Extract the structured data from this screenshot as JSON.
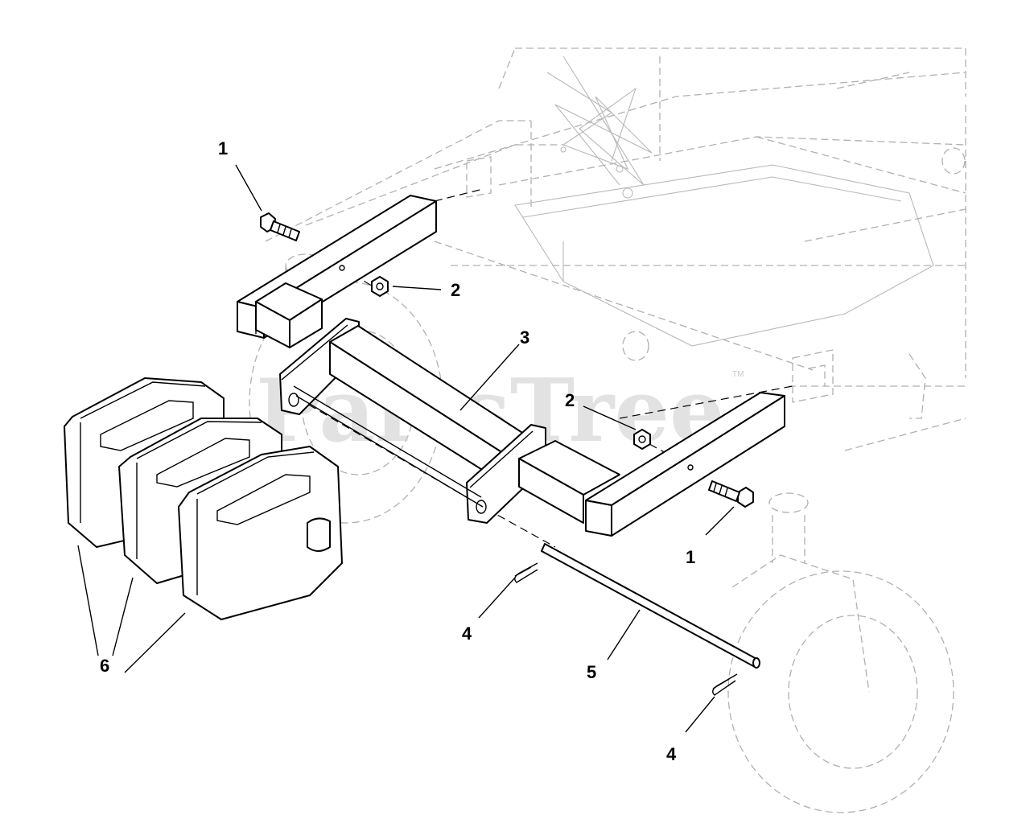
{
  "watermark": {
    "text": "PartsTree",
    "trademark": "TM"
  },
  "callouts": [
    {
      "id": "bolt-upper-left",
      "label": "1"
    },
    {
      "id": "bolt-lower-right",
      "label": "1"
    },
    {
      "id": "nut-upper",
      "label": "2"
    },
    {
      "id": "nut-lower",
      "label": "2"
    },
    {
      "id": "weight-bracket",
      "label": "3"
    },
    {
      "id": "hairpin-upper",
      "label": "4"
    },
    {
      "id": "hairpin-lower",
      "label": "4"
    },
    {
      "id": "weight-rod",
      "label": "5"
    },
    {
      "id": "suitcase-weights",
      "label": "6"
    }
  ],
  "colors": {
    "lines": "#000000",
    "ghost": "#b0b0b0",
    "watermark": "#d0d0d0",
    "background": "#ffffff"
  }
}
